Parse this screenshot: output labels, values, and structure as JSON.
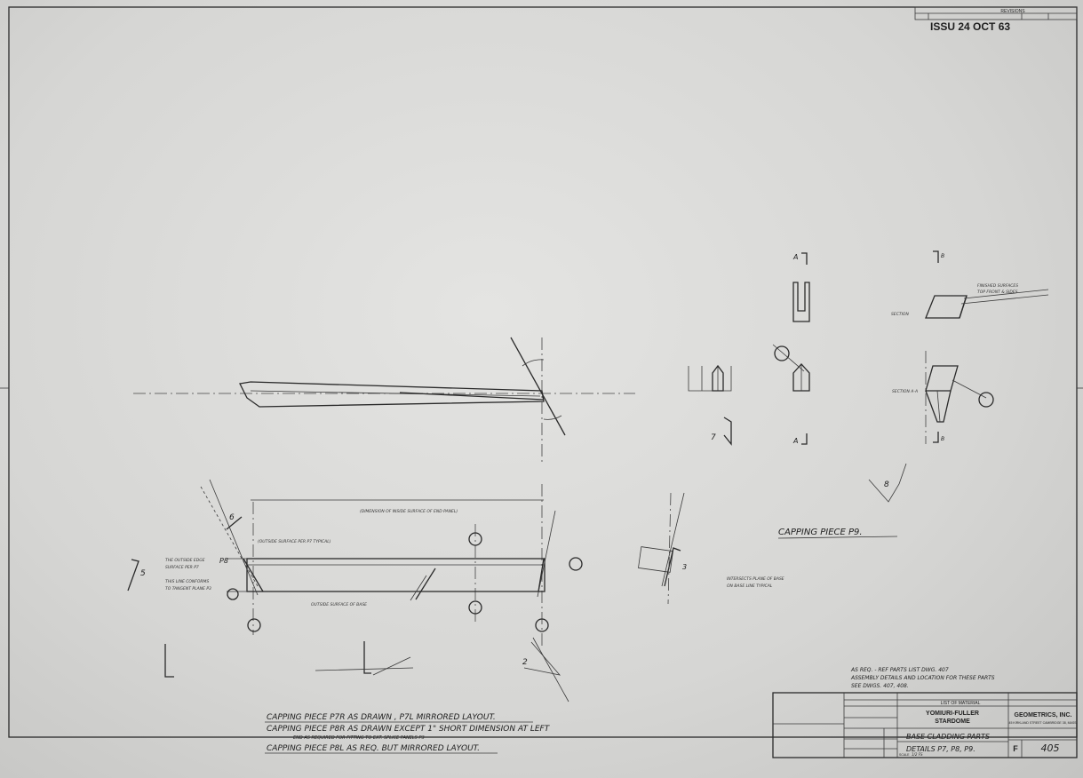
{
  "issue_stamp": "ISSU   24 OCT 63",
  "revisions_header": "REVISIONS",
  "section_labels": {
    "a_top": "A",
    "b_top": "B",
    "a_bottom": "A",
    "b_bottom": "B",
    "section_aa": "SECTION A-A"
  },
  "notes": {
    "capping_p9": "CAPPING PIECE P9.",
    "capping_p7": "CAPPING PIECE  P7R  AS DRAWN ,  P7L  MIRRORED LAYOUT.",
    "capping_p8": "CAPPING PIECE  P8R  AS DRAWN EXCEPT 1\" SHORT DIMENSION AT LEFT",
    "capping_p8_sub": "END AS REQUIRED FOR FITTING TO EXT. SPLICE PANELS P3",
    "capping_p8l": "CAPPING PIECE  P8L  AS REQ. BUT MIRRORED LAYOUT.",
    "ref_note_1": "AS REQ. - REF PARTS LIST DWG. 407",
    "ref_note_2": "ASSEMBLY DETAILS AND LOCATION FOR THESE PARTS",
    "ref_note_3": "SEE DWGS. 407, 408."
  },
  "callouts": [
    "6",
    "7",
    "8",
    "5",
    "3",
    "2",
    "P8"
  ],
  "title_block": {
    "list_of_material": "LIST OF MATERIAL",
    "project_line1": "YOMIURI-FULLER",
    "project_line2": "STARDOME",
    "company": "GEOMETRICS, INC.",
    "company_addr": "45 KIRKLAND STREET CAMBRIDGE 38, MASS.",
    "title_line1": "BASE CLADDING PARTS",
    "title_line2": "DETAILS  P7, P8, P9.",
    "size": "F",
    "drawing_number": "405",
    "scale_label": "SCALE",
    "scale_value": "1/2 FS"
  }
}
